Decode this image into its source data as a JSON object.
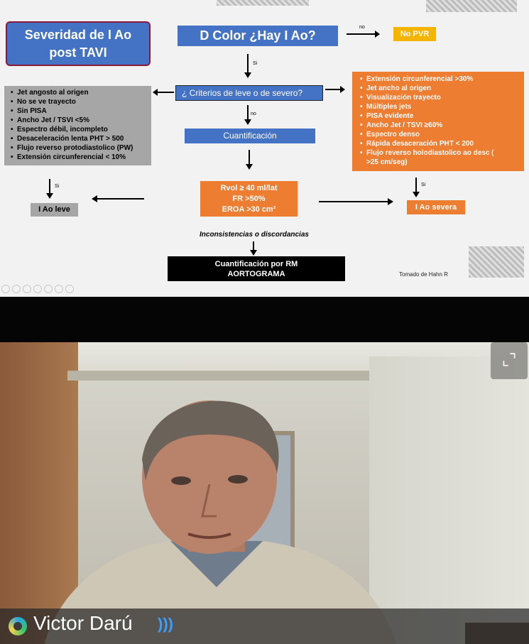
{
  "slide": {
    "title": "Severidad de I Ao\npost TAVI",
    "q1": "D Color  ¿Hay I Ao?",
    "no_label": "no",
    "si_label": "Si",
    "no_pvr": "No PVR",
    "q2": "¿ Criterios de leve o de severo?",
    "cuantificacion": "Cuantificación",
    "mild_criteria": [
      "Jet angosto al origen",
      "No se ve trayecto",
      "Sin PISA",
      "Ancho Jet / TSVI <5%",
      "Espectro débil, incompleto",
      "Desaceleración lenta PHT > 500",
      "Flujo reverso protodiastolico (PW)",
      "Extensión circunferencial < 10%"
    ],
    "severe_criteria": [
      "Extensión circunferencial  >30%",
      "Jet ancho al origen",
      "Visualización trayecto",
      "Múltiples jets",
      "PISA evidente",
      "Ancho Jet / TSVI ≥60%",
      "Espectro denso",
      "Rápida desaceración PHT < 200",
      "Flujo reverso holodiastolico ao desc  (\n>25 cm/seg)"
    ],
    "quant_values": [
      "Rvol ≥ 40 ml/lat",
      "FR >50%",
      "EROA >30 cm²"
    ],
    "leve": "I Ao leve",
    "severa": "I Ao severa",
    "inconsistencias": "Inconsistencias o discordancias",
    "rm_box": "Cuantificación por RM\nAORTOGRAMA",
    "source": "Tomado de Hahn R"
  },
  "video": {
    "participant_name": "Victor Darú",
    "expand_icon": "exit-fullscreen-icon",
    "speaking_icon": "speaking-indicator-icon"
  },
  "colors": {
    "blue_box": "#4472c4",
    "orange_box": "#ed7d31",
    "gray_box": "#a6a6a6",
    "yellow_box": "#f4b400",
    "title_border": "#8b1a3a"
  }
}
